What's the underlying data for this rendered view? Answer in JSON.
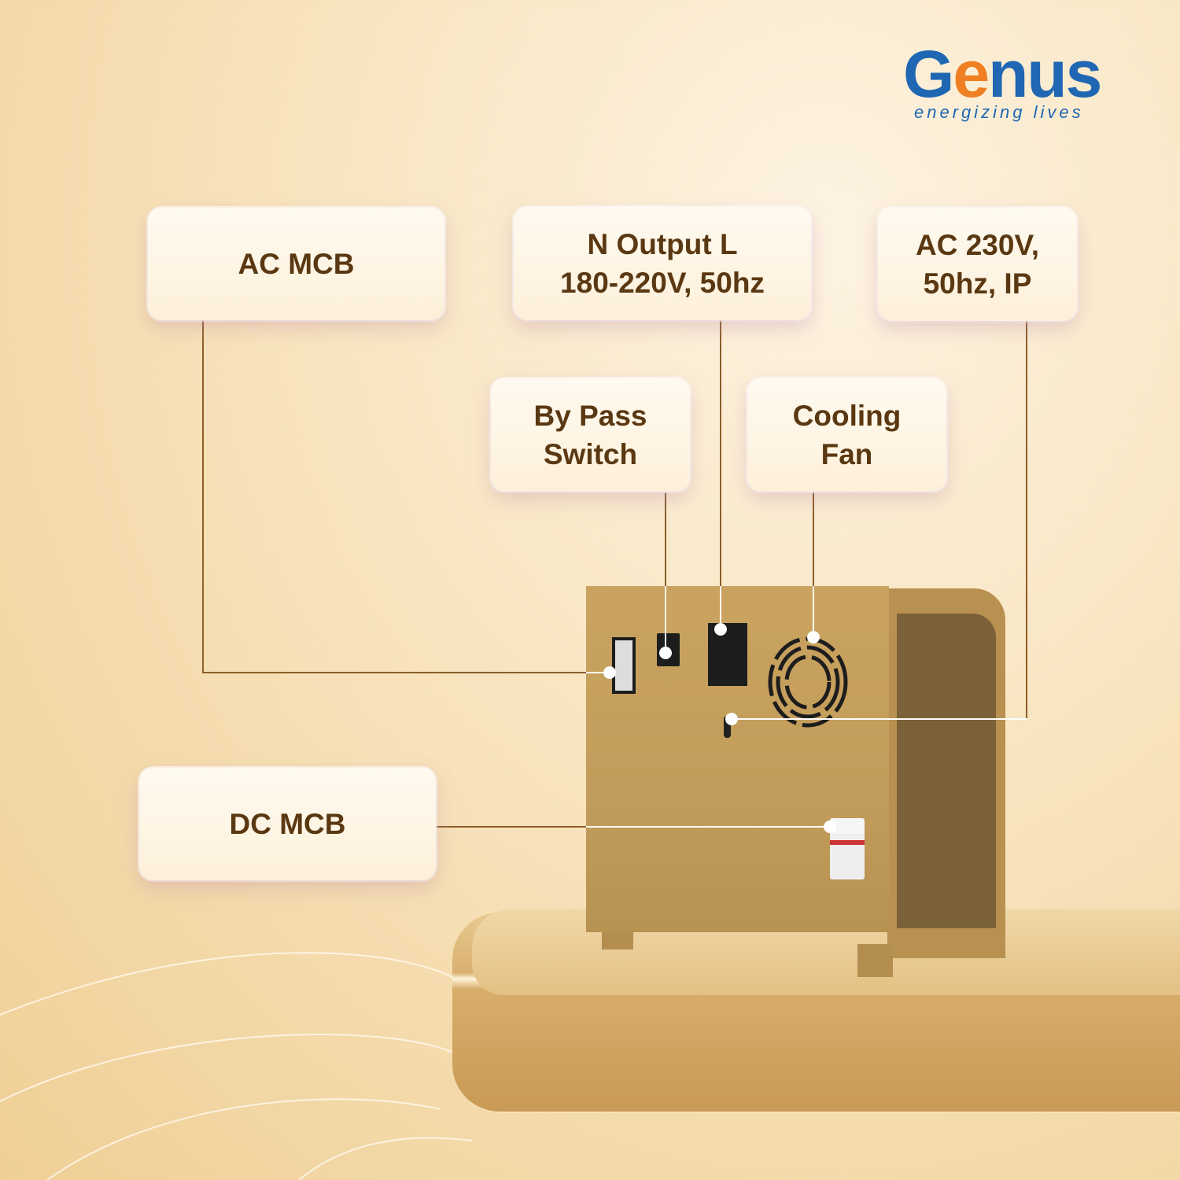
{
  "brand": {
    "name_pre": "G",
    "name_e": "e",
    "name_post": "nus",
    "tagline": "energizing lives",
    "colors": {
      "blue": "#1f66b3",
      "orange": "#ef7f22"
    }
  },
  "labels": {
    "ac_mcb": "AC MCB",
    "output_line1": "N Output L",
    "output_line2": "180-220V, 50hz",
    "ac_input_line1": "AC 230V,",
    "ac_input_line2": "50hz, IP",
    "bypass_line1": "By Pass",
    "bypass_line2": "Switch",
    "fan_line1": "Cooling",
    "fan_line2": "Fan",
    "dc_mcb": "DC MCB"
  }
}
